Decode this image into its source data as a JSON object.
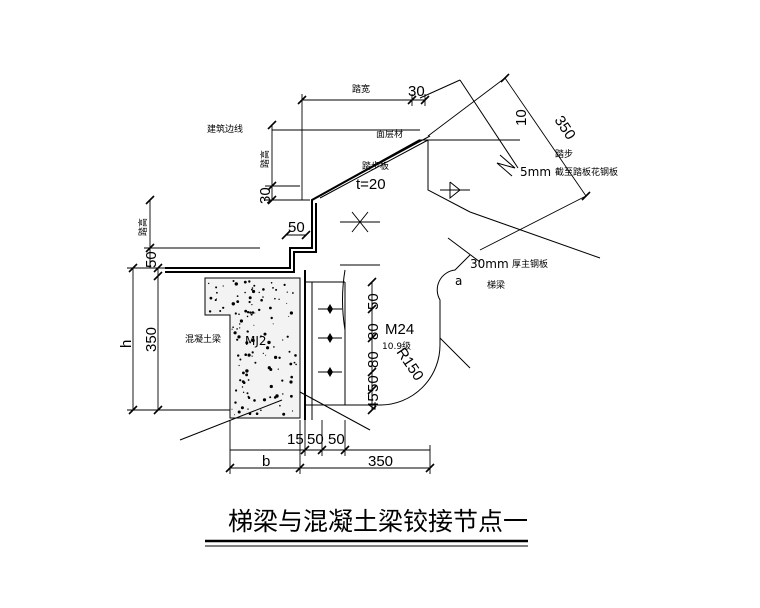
{
  "title": "梯梁与混凝土梁铰接节点一",
  "labels": {
    "step_width": "踏宽",
    "step_height_top": "踏高",
    "step_height_side": "踏高",
    "building_line": "建筑边线",
    "cover": "面层材",
    "tread_plate": "踏步板",
    "tread_thickness": "t=20",
    "stair_step": "踏步",
    "plate_5mm": "5mm",
    "plate_5mm_desc": "截至踏板花钢板",
    "plate_30mm": "30mm",
    "plate_30mm_desc": "厚主钢板",
    "stair_beam": "梯梁",
    "concrete_beam": "混凝土梁",
    "embed": "MJ2",
    "bolt": "M24",
    "bolt_grade": "10.9级",
    "radius": "R150",
    "angle": "a"
  },
  "dimensions": {
    "d30_top": "30",
    "d350_diag": "350",
    "d10": "10",
    "d30_left": "30",
    "d50_plate": "50",
    "d50_left": "50",
    "d350_left": "350",
    "h": "h",
    "v50a": "50",
    "v80a": "80",
    "v80b": "80",
    "v50b": "50",
    "v45": "45",
    "b": "b",
    "b15": "15",
    "b50a": "50",
    "b50b": "50",
    "b350": "350"
  }
}
